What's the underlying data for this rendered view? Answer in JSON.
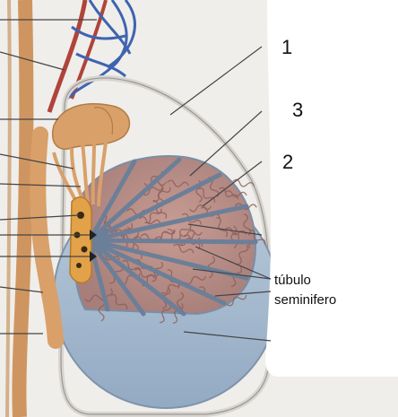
{
  "labels": {
    "one": "1",
    "three": "3",
    "two": "2",
    "tubulo": "túbulo",
    "seminifero": "seminifero"
  },
  "colors": {
    "page_background": "#efeeea",
    "label_panel": "#ffffff",
    "epididymis": "#d9a06a",
    "lobule_fill": "#b88a84",
    "septa": "#7a8ea6",
    "tunica_vaginalis_cavity": "#a9bdd1",
    "artery": "#b0443a",
    "vein": "#3e63b0",
    "leader_line": "#4a4a4a"
  }
}
